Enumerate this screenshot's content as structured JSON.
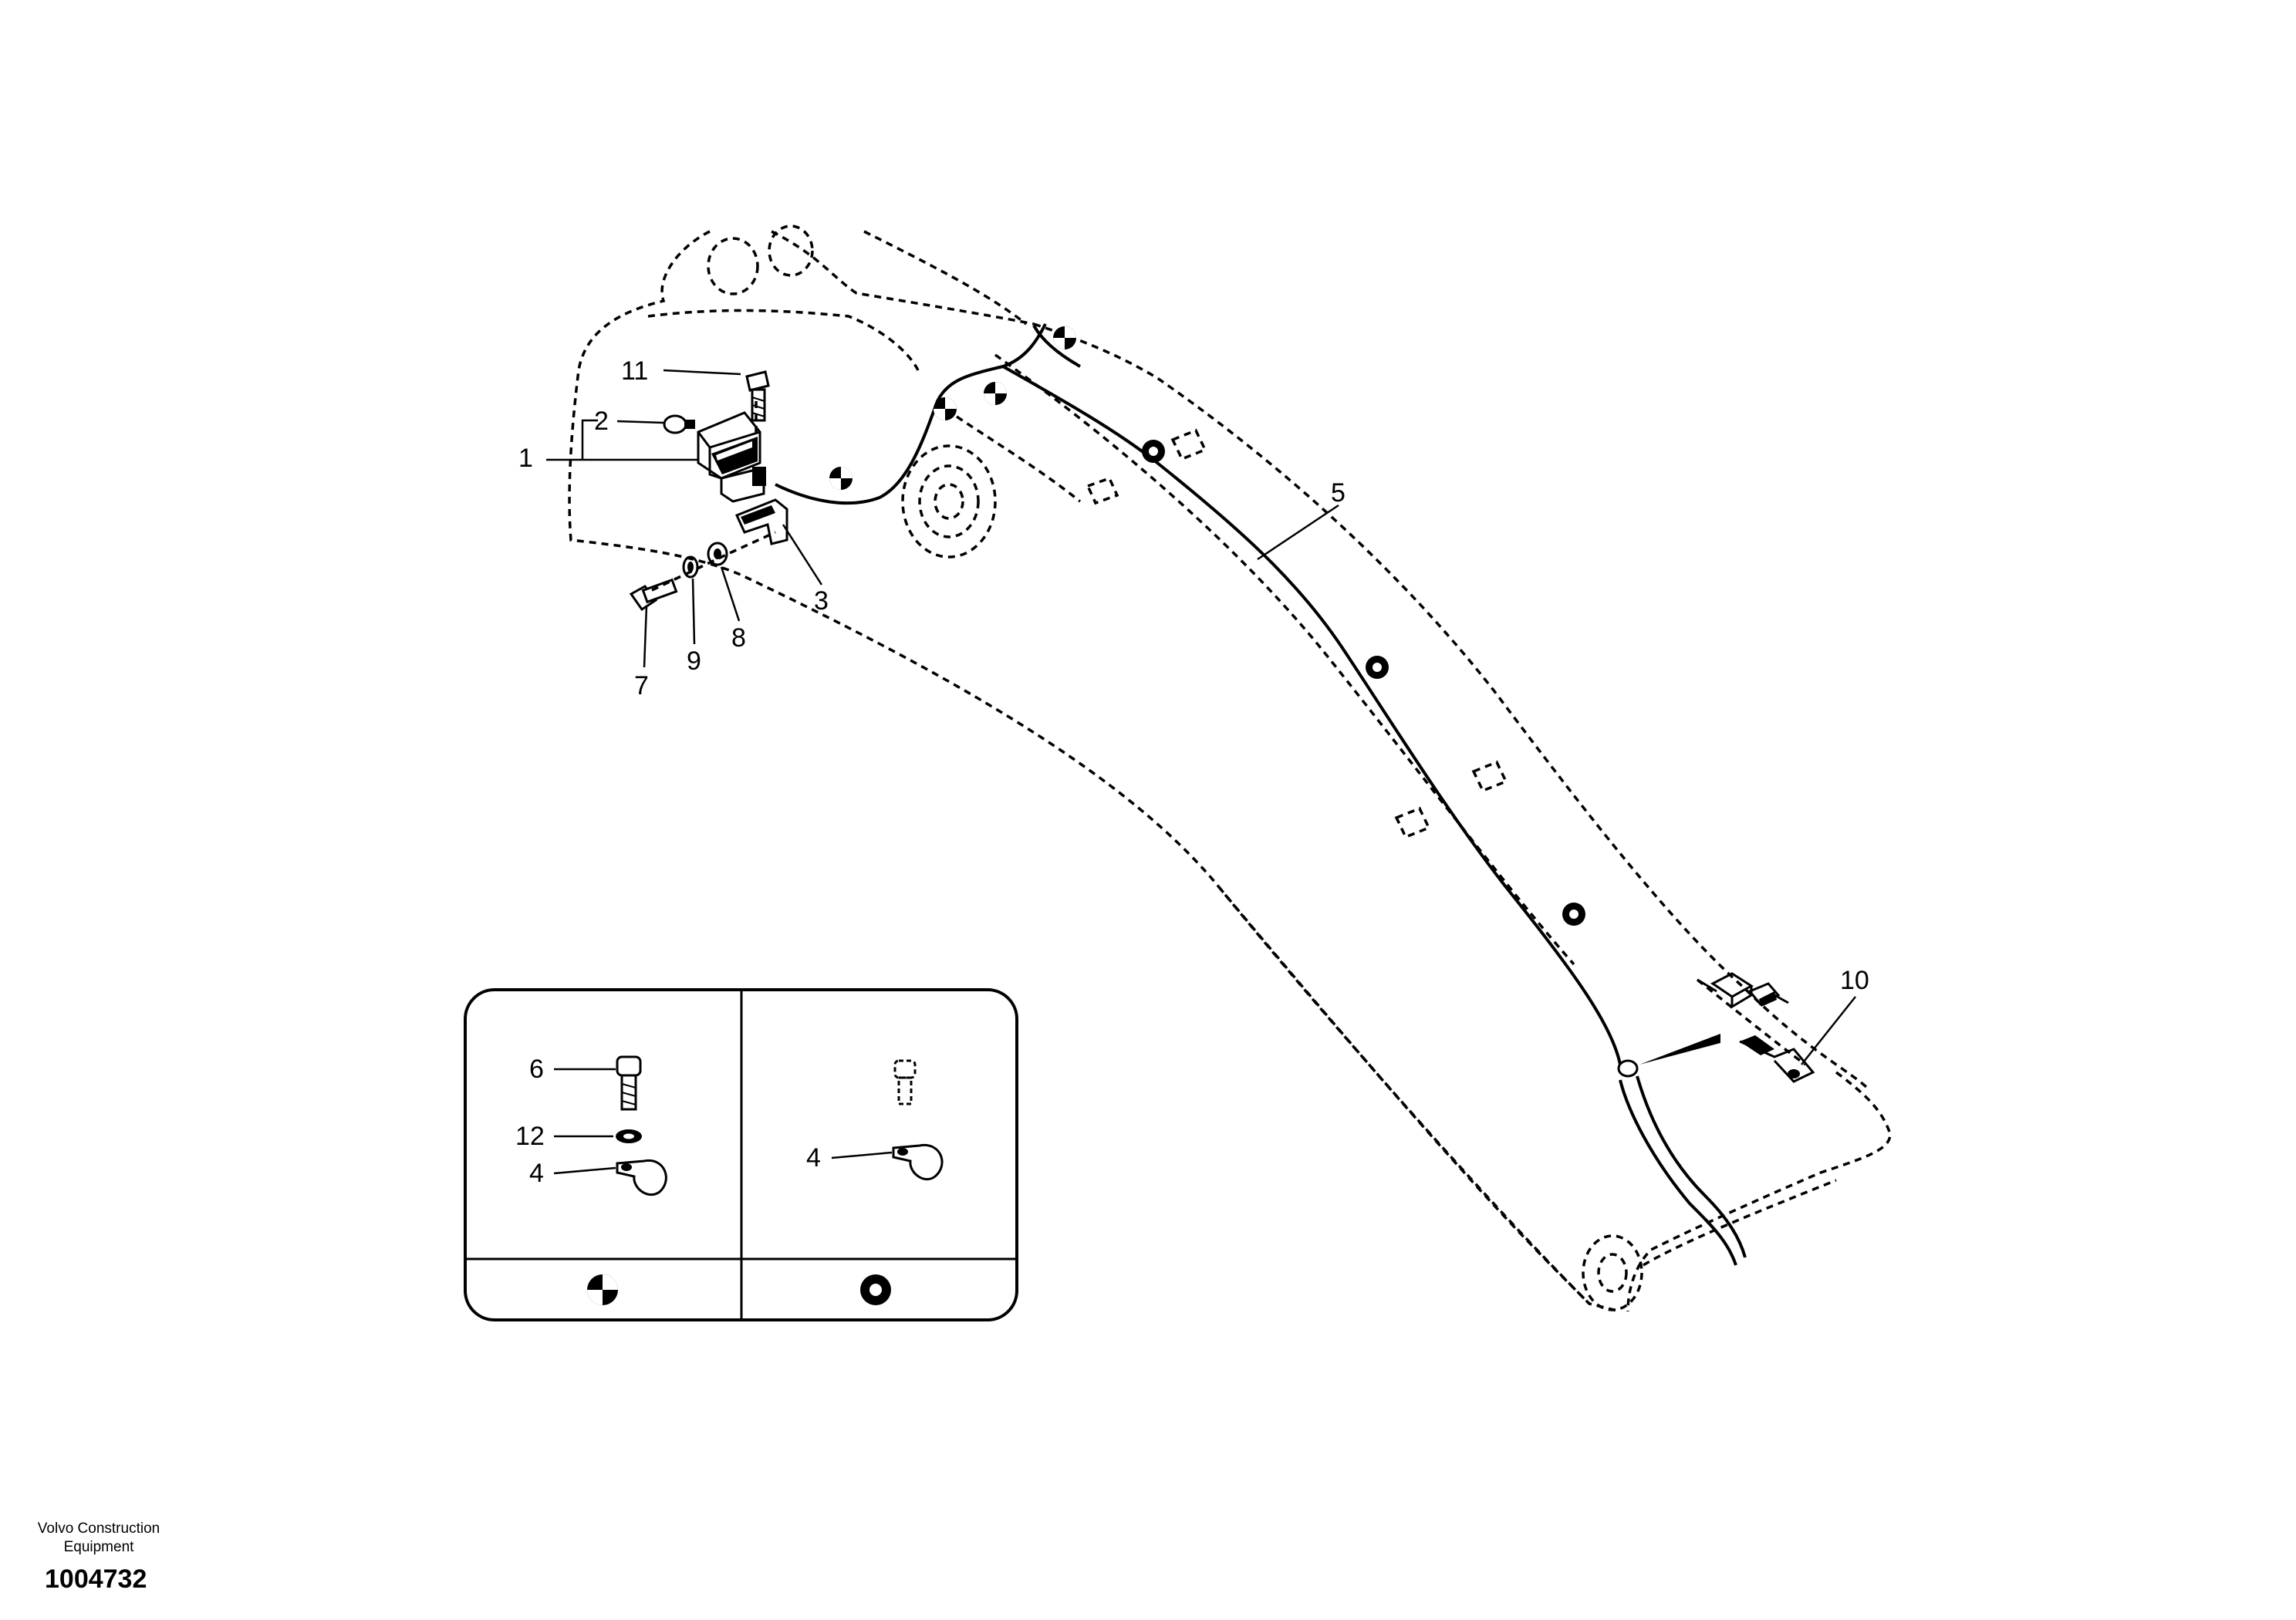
{
  "callouts": {
    "c1": "1",
    "c2": "2",
    "c3": "3",
    "c5": "5",
    "c7": "7",
    "c8": "8",
    "c9": "9",
    "c10": "10",
    "c11": "11"
  },
  "legend": {
    "left_items": [
      "6",
      "12",
      "4"
    ],
    "right_items": [
      "4"
    ],
    "left_symbol": "clamp-bolt-symbol",
    "right_symbol": "clamp-weld-nut-symbol"
  },
  "footer": {
    "brand": "Volvo Construction Equipment",
    "drawing_number": "1004732"
  }
}
